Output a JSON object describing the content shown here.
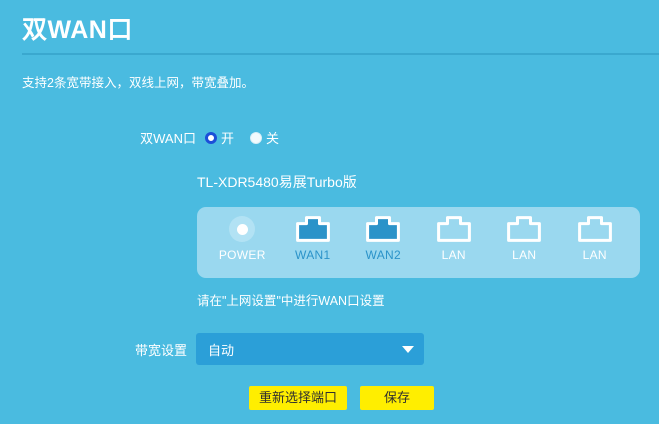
{
  "header": {
    "title": "双WAN口",
    "subtitle": "支持2条宽带接入，双线上网，带宽叠加。"
  },
  "switch_row": {
    "label": "双WAN口",
    "options": [
      {
        "label": "开",
        "value": "on",
        "selected": true
      },
      {
        "label": "关",
        "value": "off",
        "selected": false
      }
    ]
  },
  "device": {
    "model": "TL-XDR5480易展Turbo版",
    "ports": [
      {
        "caption": "POWER",
        "type": "power",
        "state": "on"
      },
      {
        "caption": "WAN1",
        "type": "wan",
        "state": "active"
      },
      {
        "caption": "WAN2",
        "type": "wan",
        "state": "active"
      },
      {
        "caption": "LAN",
        "type": "lan",
        "state": "idle"
      },
      {
        "caption": "LAN",
        "type": "lan",
        "state": "idle"
      },
      {
        "caption": "LAN",
        "type": "lan",
        "state": "idle"
      }
    ]
  },
  "hint": "请在\"上网设置\"中进行WAN口设置",
  "bandwidth_row": {
    "label": "带宽设置",
    "selected": "自动",
    "options": [
      "自动"
    ],
    "caret_icon": "chevron-down-icon"
  },
  "buttons": {
    "reselect": "重新选择端口",
    "save": "保存"
  },
  "colors": {
    "background": "#4abbe0",
    "panel": "#9ad8ef",
    "divider": "#3aa8cf",
    "select": "#2b9fd8",
    "wan_accent": "#2b93c9",
    "button": "#ffee00",
    "button_text": "#2f2f2f",
    "radio_on": "#1c4fd8"
  }
}
